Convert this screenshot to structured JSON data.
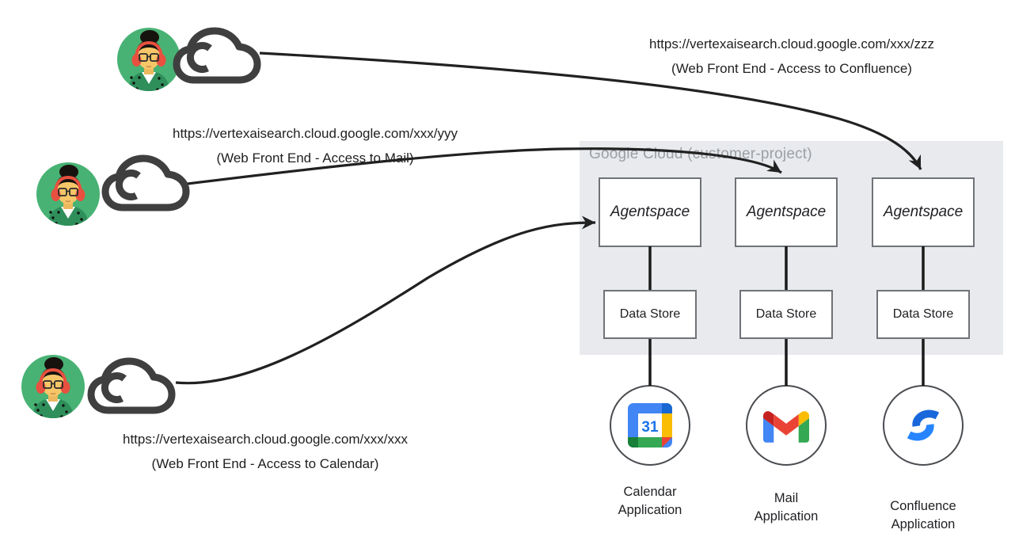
{
  "users": [
    {
      "role": "confluence-user",
      "url": "https://vertexaisearch.cloud.google.com/xxx/zzz",
      "caption": "(Web Front End - Access to Confluence)"
    },
    {
      "role": "mail-user",
      "url": "https://vertexaisearch.cloud.google.com/xxx/yyy",
      "caption": "(Web Front End - Access to Mail)"
    },
    {
      "role": "calendar-user",
      "url": "https://vertexaisearch.cloud.google.com/xxx/xxx",
      "caption": "(Web Front End - Access to Calendar)"
    }
  ],
  "container": {
    "title": "Google Cloud (customer-project)"
  },
  "columns": [
    {
      "engine_label": "Agentspace",
      "datastore_label": "Data Store",
      "icon": "google-calendar-icon",
      "app_line1": "Calendar",
      "app_line2": "Application"
    },
    {
      "engine_label": "Agentspace",
      "datastore_label": "Data Store",
      "icon": "gmail-icon",
      "app_line1": "Mail",
      "app_line2": "Application"
    },
    {
      "engine_label": "Agentspace",
      "datastore_label": "Data Store",
      "icon": "confluence-icon",
      "app_line1": "Confluence",
      "app_line2": "Application"
    }
  ],
  "calendar_icon_day": "31",
  "colors": {
    "container_bg": "#e8eaed",
    "container_title": "#9aa0a6",
    "box_border": "#6f7377",
    "arrow": "#212121",
    "cloud_outline": "#3f3f3f",
    "avatar_green": "#48b274",
    "headset_red": "#e8503f",
    "google_blue": "#4285f4",
    "google_red": "#ea4335",
    "google_yellow": "#fbbc04",
    "google_green": "#34a853",
    "confluence_blue": "#1868db"
  }
}
